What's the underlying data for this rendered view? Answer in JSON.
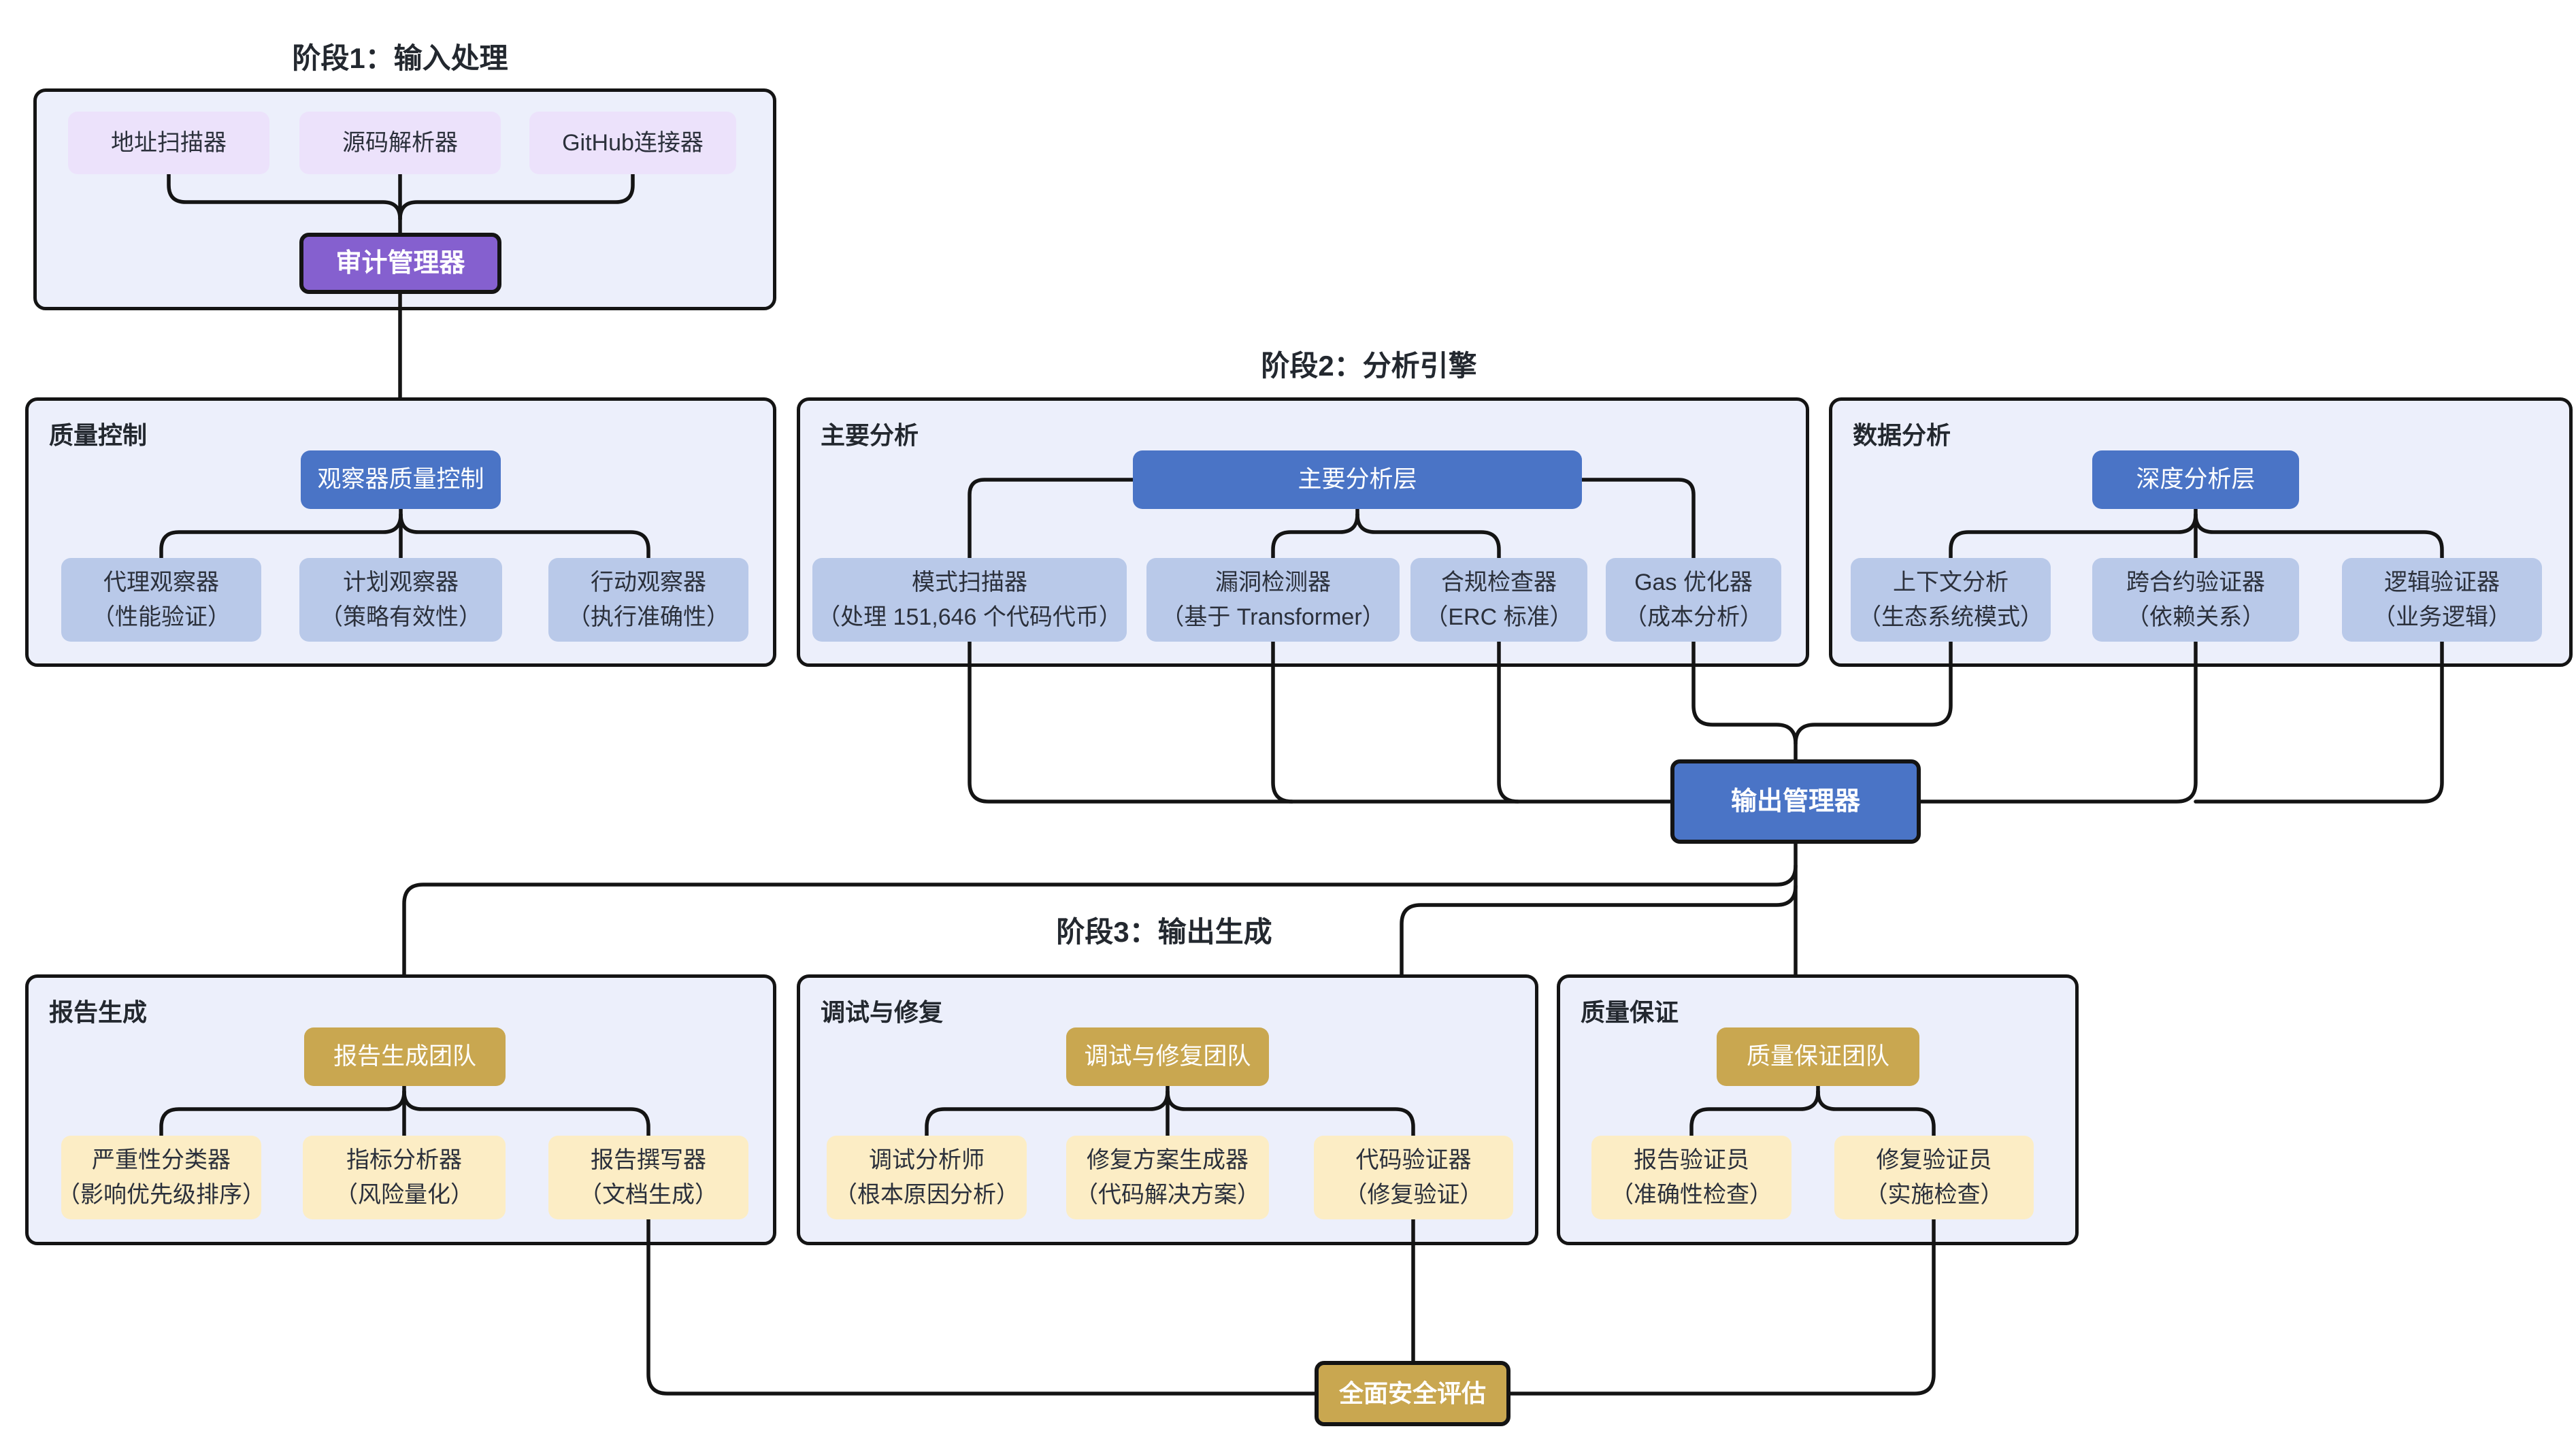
{
  "colors": {
    "container-bg": "#eceffb",
    "purple-light": "#ece2fb",
    "purple-solid": "#8560cf",
    "blue": "#4a74c6",
    "blue-light": "#b9c9e9",
    "gold": "#c9a750",
    "gold-light": "#fcedc5",
    "edge": "#141414",
    "title-text": "#23282f",
    "node-text": "#2b303b"
  },
  "titles": {
    "stage1": "阶段1：输入处理",
    "stage2": "阶段2：分析引擎",
    "stage3": "阶段3：输出生成"
  },
  "stage1": {
    "scanners": [
      "地址扫描器",
      "源码解析器",
      "GitHub连接器"
    ],
    "manager": "审计管理器"
  },
  "quality_control": {
    "label": "质量控制",
    "parent": "观察器质量控制",
    "children": [
      {
        "name": "代理观察器",
        "detail": "（性能验证）"
      },
      {
        "name": "计划观察器",
        "detail": "（策略有效性）"
      },
      {
        "name": "行动观察器",
        "detail": "（执行准确性）"
      }
    ]
  },
  "primary_analysis": {
    "label": "主要分析",
    "parent": "主要分析层",
    "children": [
      {
        "name": "模式扫描器",
        "detail": "（处理 151,646 个代码代币）"
      },
      {
        "name": "漏洞检测器",
        "detail": "（基于 Transformer）"
      },
      {
        "name": "合规检查器",
        "detail": "（ERC 标准）"
      },
      {
        "name": "Gas 优化器",
        "detail": "（成本分析）"
      }
    ]
  },
  "data_analysis": {
    "label": "数据分析",
    "parent": "深度分析层",
    "children": [
      {
        "name": "上下文分析",
        "detail": "（生态系统模式）"
      },
      {
        "name": "跨合约验证器",
        "detail": "（依赖关系）"
      },
      {
        "name": "逻辑验证器",
        "detail": "（业务逻辑）"
      }
    ]
  },
  "output_manager": "输出管理器",
  "report_generation": {
    "label": "报告生成",
    "parent": "报告生成团队",
    "children": [
      {
        "name": "严重性分类器",
        "detail": "（影响优先级排序）"
      },
      {
        "name": "指标分析器",
        "detail": "（风险量化）"
      },
      {
        "name": "报告撰写器",
        "detail": "（文档生成）"
      }
    ]
  },
  "debug_repair": {
    "label": "调试与修复",
    "parent": "调试与修复团队",
    "children": [
      {
        "name": "调试分析师",
        "detail": "（根本原因分析）"
      },
      {
        "name": "修复方案生成器",
        "detail": "（代码解决方案）"
      },
      {
        "name": "代码验证器",
        "detail": "（修复验证）"
      }
    ]
  },
  "quality_assurance": {
    "label": "质量保证",
    "parent": "质量保证团队",
    "children": [
      {
        "name": "报告验证员",
        "detail": "（准确性检查）"
      },
      {
        "name": "修复验证员",
        "detail": "（实施检查）"
      }
    ]
  },
  "final_assessment": "全面安全评估"
}
